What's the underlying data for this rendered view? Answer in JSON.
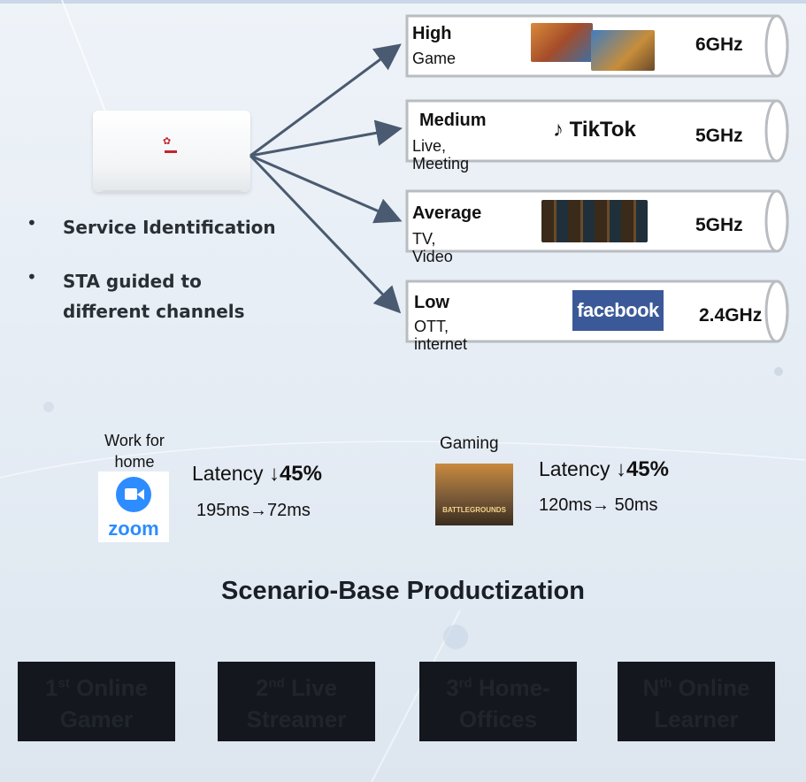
{
  "bullets": [
    "Service Identification",
    "STA guided to different channels"
  ],
  "tiers": [
    {
      "level": "High",
      "usage": "Game",
      "band": "6GHz"
    },
    {
      "level": "Medium",
      "usage": "Live, Meeting",
      "band": "5GHz",
      "brand": "TikTok"
    },
    {
      "level": "Average",
      "usage": "TV, Video",
      "band": "5GHz"
    },
    {
      "level": "Low",
      "usage": "OTT, internet",
      "band": "2.4GHz",
      "brand": "facebook"
    }
  ],
  "metrics": [
    {
      "scenario": "Work for home",
      "app": "zoom",
      "latency_label": "Latency",
      "improvement": "↓45%",
      "change": "195ms→72ms"
    },
    {
      "scenario": "Gaming",
      "app": "BATTLEGROUNDS",
      "latency_label": "Latency",
      "improvement": "↓45%",
      "change": "120ms→ 50ms"
    }
  ],
  "scenario_title": "Scenario-Base Productization",
  "cards": [
    {
      "ordinal": "1",
      "suffix": "st",
      "line1": "Online",
      "line2": "Gamer"
    },
    {
      "ordinal": "2",
      "suffix": "nd",
      "line1": "Live",
      "line2": "Streamer"
    },
    {
      "ordinal": "3",
      "suffix": "rd",
      "line1": "Home-",
      "line2": "Offices"
    },
    {
      "ordinal": "N",
      "suffix": "th",
      "line1": "Online",
      "line2": "Learner"
    }
  ],
  "colors": {
    "arrow": "#4a5a70",
    "pipe_stroke": "#b9bcc0",
    "facebook": "#3b5998",
    "zoom": "#2d8cff",
    "card": "#14171d"
  }
}
